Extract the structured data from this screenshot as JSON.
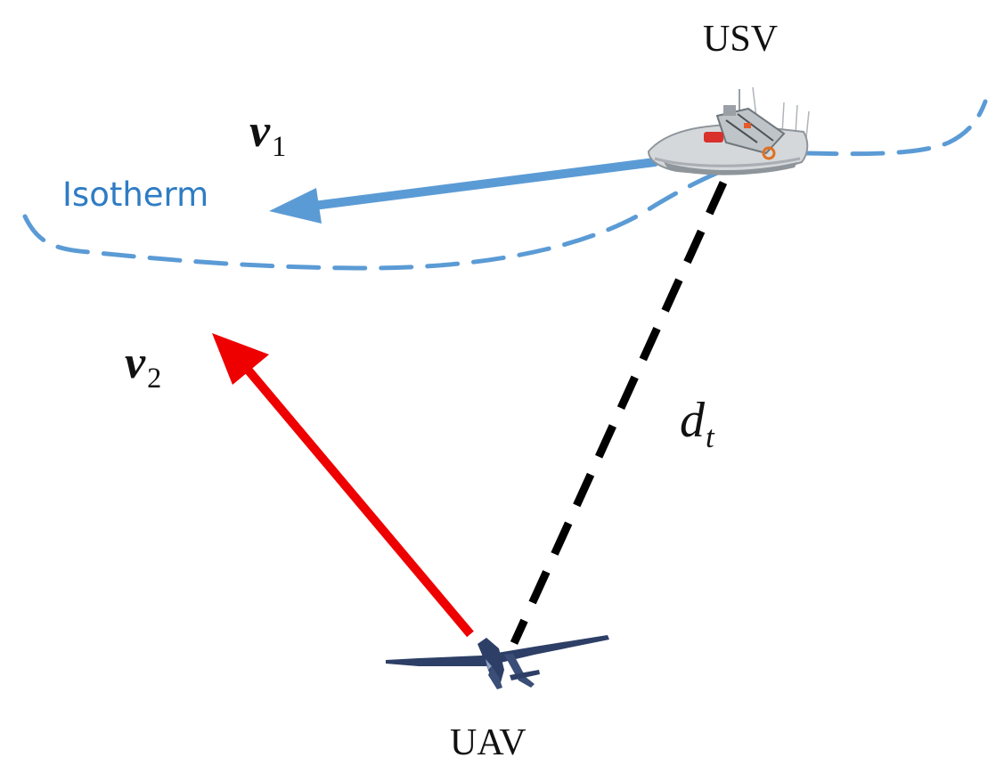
{
  "labels": {
    "usv": "USV",
    "uav": "UAV",
    "isotherm": "Isotherm",
    "v1": {
      "main": "v",
      "sub": "1"
    },
    "v2": {
      "main": "v",
      "sub": "2"
    },
    "dt": {
      "main": "d",
      "sub": "t"
    }
  },
  "colors": {
    "isotherm": "#5b9bd5",
    "isotherm_text": "#2e7cc4",
    "v1_arrow": "#5b9bd5",
    "v2_arrow": "#ee0000",
    "distance_line": "#000000",
    "aircraft": "#2d3f66",
    "boat_hull": "#cfd3d6"
  }
}
